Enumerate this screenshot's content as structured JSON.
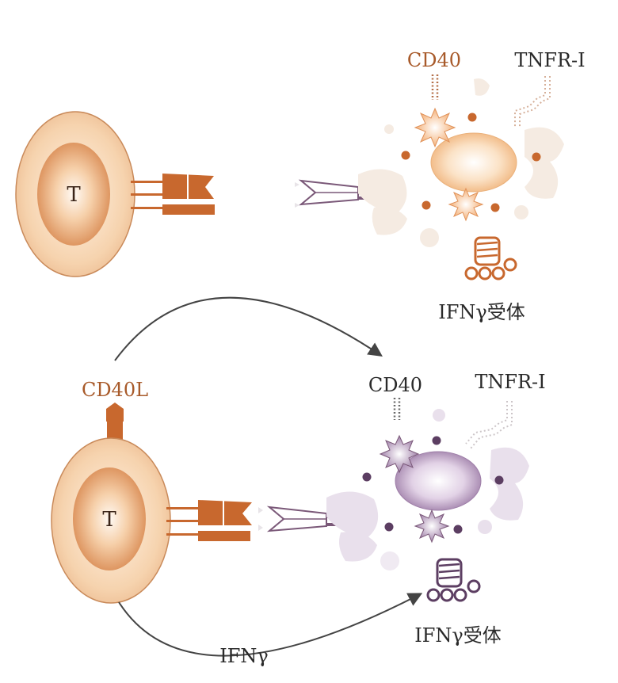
{
  "panels": {
    "top": {
      "t_cell_label": "T",
      "cd40_label": "CD40",
      "tnfr_label": "TNFR-I",
      "ifng_receptor_label": "IFNγ受体"
    },
    "bottom": {
      "t_cell_label": "T",
      "cd40l_label": "CD40L",
      "cd40_label": "CD40",
      "tnfr_label": "TNFR-I",
      "ifng_receptor_label": "IFNγ受体",
      "ifng_label": "IFNγ"
    }
  },
  "colors": {
    "t_cell_outer": "#f0c8a0",
    "t_cell_inner": "#e09a6a",
    "tcr": "#c8682e",
    "antigen_receptor": "#7a5878",
    "inactive_apc": "#f4c89a",
    "inactive_dot": "#c8682e",
    "active_apc": "#a888b0",
    "active_dot": "#5c3e62",
    "arrow": "#444444",
    "label_orange": "#a85a2a",
    "label_dark": "#2a2a2a"
  },
  "icons": [
    "t-cell-icon",
    "tcr-icon",
    "antigen-receptor-icon",
    "apc-cell-icon",
    "star-icon",
    "receptor-coil-icon",
    "arrow-icon"
  ]
}
